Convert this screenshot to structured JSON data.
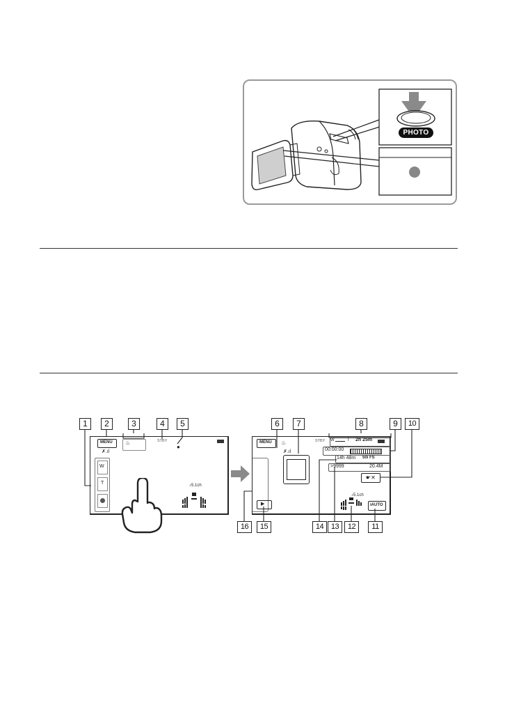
{
  "camera_illustration": {
    "photo_button_label": "PHOTO"
  },
  "screen_left": {
    "menu_label": "MENU",
    "status_label": "STBY",
    "zoom_wide": "W",
    "zoom_tele": "T",
    "audio_channel": "♪5.1ch"
  },
  "screen_right": {
    "menu_label": "MENU",
    "status_label": "STBY",
    "zoom_wide": "W",
    "zoom_tele": "T",
    "battery_time": "2h 25m",
    "timecode": "00:00:00",
    "rec_time": "14h 48m",
    "rec_mode": "50i FS",
    "photo_count": ">9999",
    "photo_size": "20.4M",
    "audio_channel": "♪5.1ch",
    "scene_badge": "iAUTO"
  },
  "callouts": [
    "1",
    "2",
    "3",
    "4",
    "5",
    "6",
    "7",
    "8",
    "9",
    "10",
    "11",
    "12",
    "13",
    "14",
    "15",
    "16"
  ]
}
